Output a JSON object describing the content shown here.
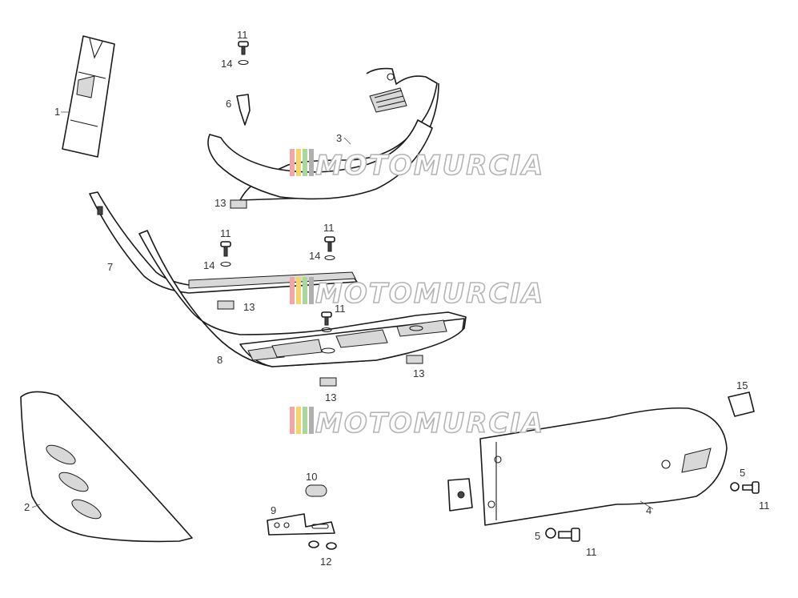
{
  "diagram": {
    "labels": {
      "p1": "1",
      "p2": "2",
      "p3": "3",
      "p4": "4",
      "p5a": "5",
      "p5b": "5",
      "p6": "6",
      "p7": "7",
      "p8": "8",
      "p9": "9",
      "p10": "10",
      "p11a": "11",
      "p11b": "11",
      "p11c": "11",
      "p11d": "11",
      "p11e": "11",
      "p11f": "11",
      "p12": "12",
      "p13a": "13",
      "p13b": "13",
      "p13c": "13",
      "p13d": "13",
      "p14a": "14",
      "p14b": "14",
      "p14c": "14",
      "p15": "15"
    }
  },
  "watermark": {
    "text": "MOTOMURCIA",
    "colors": [
      "#f2a6a6",
      "#f7d36b",
      "#a9d99a",
      "#b0b0b0"
    ]
  }
}
